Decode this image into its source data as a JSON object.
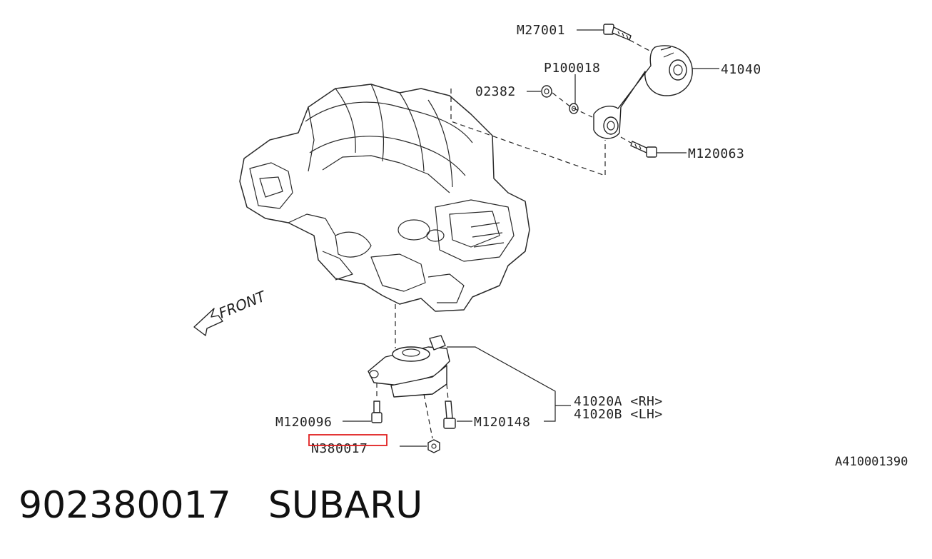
{
  "diagram": {
    "labels": {
      "m27001": "M27001",
      "p100018": "P100018",
      "w02382": "02382",
      "p41040": "41040",
      "m120063": "M120063",
      "front": "FRONT",
      "p41020a": "41020A <RH>",
      "p41020b": "41020B <LH>",
      "m120096": "M120096",
      "m120148": "M120148",
      "n380017": "N380017",
      "ref": "A410001390"
    }
  },
  "footer": {
    "part_number": "902380017",
    "brand": "SUBARU"
  },
  "highlight": {
    "color": "#e02020",
    "target": "N380017"
  }
}
